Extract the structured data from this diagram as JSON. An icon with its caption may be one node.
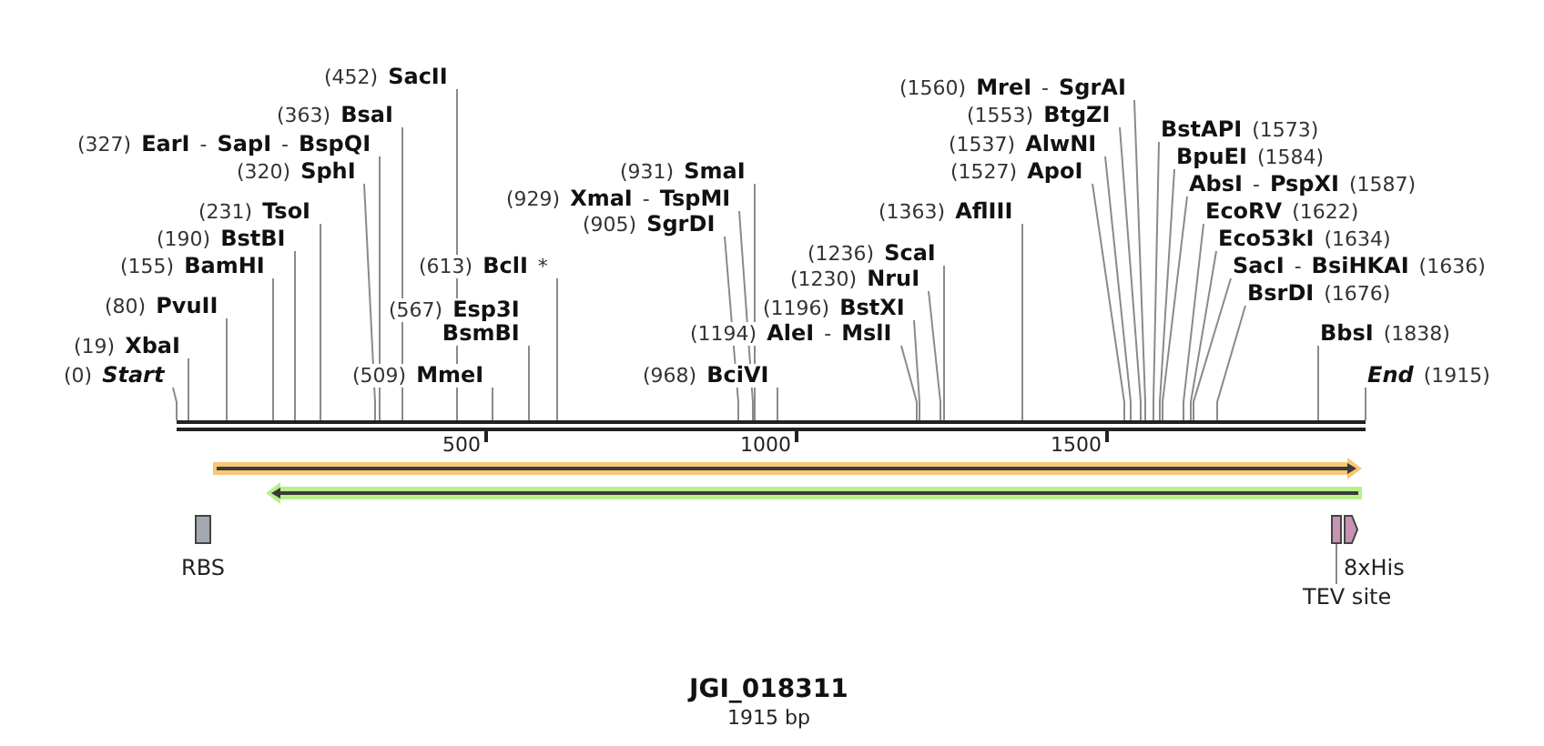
{
  "diagram": {
    "title": "JGI_018311",
    "caption": "1915 bp",
    "nodes": [
      {
        "text": [
          "(0) *Start*"
        ]
      },
      {
        "text": [
          "(19) **XbaI**"
        ]
      },
      {
        "text": [
          "(80) **PvuII**"
        ]
      },
      {
        "text": [
          "(155) **BamHI**"
        ]
      },
      {
        "text": [
          "(190) **BstBI**"
        ]
      },
      {
        "text": [
          "(231) **TsoI**"
        ]
      },
      {
        "text": [
          "(320) **SphI**"
        ]
      },
      {
        "text": [
          "(327) **EarI** - **SapI** - **BspQI**"
        ]
      },
      {
        "text": [
          "(363) **BsaI**"
        ]
      },
      {
        "text": [
          "(452) **SacII**"
        ]
      },
      {
        "text": [
          "(509) **MmeI**"
        ]
      },
      {
        "text": [
          "(567) **Esp3I**",
          "BsmBI"
        ]
      },
      {
        "text": [
          "(613) **BclI** *"
        ]
      },
      {
        "text": [
          "(905) **SgrDI**"
        ]
      },
      {
        "text": [
          "(929) **XmaI** - **TspMI**"
        ]
      },
      {
        "text": [
          "(931) **SmaI**"
        ]
      },
      {
        "text": [
          "(968) **BciVI**"
        ]
      },
      {
        "text": [
          "(1194) **AleI** - **MslI**"
        ]
      },
      {
        "text": [
          "(1196) **BstXI**"
        ]
      },
      {
        "text": [
          "(1230) **NruI**"
        ]
      },
      {
        "text": [
          "(1236) **ScaI**"
        ]
      },
      {
        "text": [
          "(1363) **AflIII**"
        ]
      },
      {
        "text": [
          "(1527) **ApoI**"
        ]
      },
      {
        "text": [
          "(1537) **AlwNI**"
        ]
      },
      {
        "text": [
          "(1553) **BtgZI**"
        ]
      },
      {
        "text": [
          "(1560) **MreI** - **SgrAI**"
        ]
      },
      {
        "text": [
          "**BstAPI** (1573)"
        ]
      },
      {
        "text": [
          "**BpuEI** (1584)"
        ]
      },
      {
        "text": [
          "**AbsI** - **PspXI** (1587)"
        ]
      },
      {
        "text": [
          "**EcoRV** (1622)"
        ]
      },
      {
        "text": [
          "**Eco53kI** (1634)"
        ]
      },
      {
        "text": [
          "**SacI** - **BsiHKAI** (1636)"
        ]
      },
      {
        "text": [
          "**BsrDI** (1676)"
        ]
      },
      {
        "text": [
          "**BbsI** (1838)"
        ]
      },
      {
        "text": [
          "*End* (1915)"
        ]
      },
      {
        "text": [],
        "shape": "bar"
      },
      {
        "text": [],
        "shape": "arrow"
      },
      {
        "text": [],
        "shape": "arrow"
      },
      {
        "text": [
          "RBS"
        ]
      },
      {
        "text": [],
        "shape": "box"
      },
      {
        "text": [
          "8xHis"
        ]
      },
      {
        "text": [
          "TEV site"
        ]
      }
    ],
    "edges": [
      {
        "from": 0,
        "to": 35,
        "arrow": "none"
      },
      {
        "from": 1,
        "to": 35,
        "arrow": "none"
      },
      {
        "from": 2,
        "to": 35,
        "arrow": "none"
      },
      {
        "from": 3,
        "to": 35,
        "arrow": "none"
      },
      {
        "from": 4,
        "to": 35,
        "arrow": "none"
      },
      {
        "from": 5,
        "to": 35,
        "arrow": "none"
      },
      {
        "from": 6,
        "to": 35,
        "arrow": "none"
      },
      {
        "from": 7,
        "to": 35,
        "arrow": "none"
      },
      {
        "from": 8,
        "to": 35,
        "arrow": "none"
      },
      {
        "from": 9,
        "to": 35,
        "arrow": "none"
      },
      {
        "from": 10,
        "to": 35,
        "arrow": "none"
      },
      {
        "from": 11,
        "to": 35,
        "arrow": "none"
      },
      {
        "from": 12,
        "to": 35,
        "arrow": "none"
      },
      {
        "from": 13,
        "to": 35,
        "arrow": "none"
      },
      {
        "from": 14,
        "to": 35,
        "arrow": "none"
      },
      {
        "from": 15,
        "to": 35,
        "arrow": "none"
      },
      {
        "from": 16,
        "to": 35,
        "arrow": "none"
      },
      {
        "from": 17,
        "to": 35,
        "arrow": "none"
      },
      {
        "from": 18,
        "to": 35,
        "arrow": "none"
      },
      {
        "from": 19,
        "to": 35,
        "arrow": "none"
      },
      {
        "from": 20,
        "to": 35,
        "arrow": "none"
      },
      {
        "from": 21,
        "to": 35,
        "arrow": "none"
      },
      {
        "from": 22,
        "to": 35,
        "arrow": "none"
      },
      {
        "from": 23,
        "to": 35,
        "arrow": "none"
      },
      {
        "from": 24,
        "to": 35,
        "arrow": "none"
      },
      {
        "from": 25,
        "to": 35,
        "arrow": "none"
      },
      {
        "from": 26,
        "to": 35,
        "arrow": "none"
      },
      {
        "from": 27,
        "to": 35,
        "arrow": "none"
      },
      {
        "from": 28,
        "to": 35,
        "arrow": "none"
      },
      {
        "from": 29,
        "to": 35,
        "arrow": "none"
      },
      {
        "from": 30,
        "to": 35,
        "arrow": "none"
      },
      {
        "from": 31,
        "to": 35,
        "arrow": "none"
      },
      {
        "from": 32,
        "to": 35,
        "arrow": "none"
      },
      {
        "from": 33,
        "to": 35,
        "arrow": "none"
      },
      {
        "from": 34,
        "to": 35,
        "arrow": "none"
      },
      {
        "from": 41,
        "to": 39,
        "arrow": "none"
      }
    ],
    "labels": [
      "500",
      "1000",
      "1500"
    ]
  }
}
